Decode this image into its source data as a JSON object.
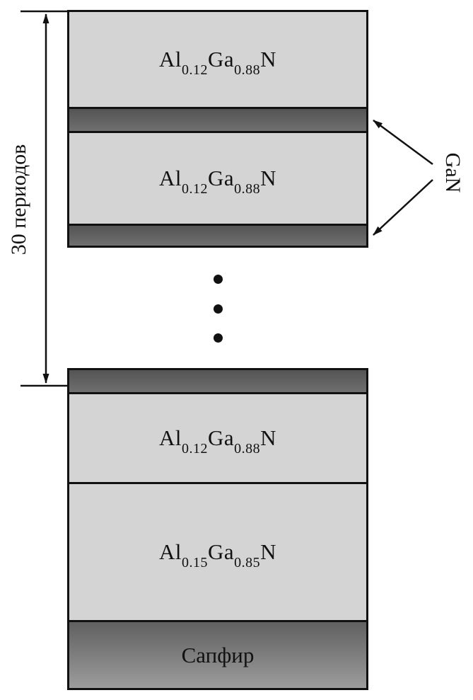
{
  "diagram": {
    "periods_label": "30 периодов",
    "gan_label": "GaN",
    "substrate_label": "Сапфир",
    "formulas": {
      "algan12": {
        "el1": "Al",
        "sub1": "0.12",
        "el2": "Ga",
        "sub2": "0.88",
        "el3": "N"
      },
      "algan15": {
        "el1": "Al",
        "sub1": "0.15",
        "el2": "Ga",
        "sub2": "0.85",
        "el3": "N"
      }
    },
    "colors": {
      "algan_fill": "#d4d4d4",
      "gan_thin_fill": "#5f5f5f",
      "sapphire_fill_top": "#606060",
      "sapphire_fill_bottom": "#9c9c9c",
      "outline": "#111111"
    }
  }
}
